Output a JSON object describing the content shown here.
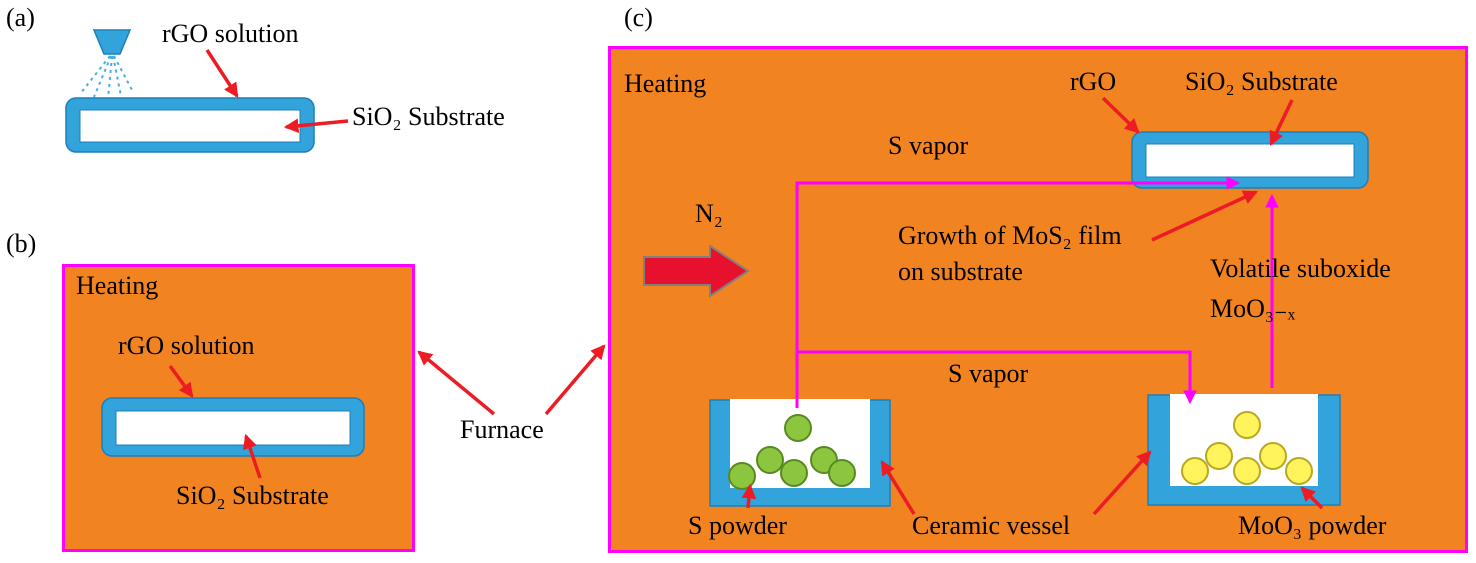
{
  "figure": {
    "type": "process-schematic",
    "description_visible_text_only": true
  },
  "panel_a": {
    "tag": "(a)",
    "rgo_solution": "rGO solution",
    "substrate": "SiO₂ Substrate"
  },
  "panel_b": {
    "tag": "(b)",
    "heating": "Heating",
    "rgo_solution": "rGO solution",
    "substrate": "SiO₂ Substrate"
  },
  "furnace": "Furnace",
  "panel_c": {
    "tag": "(c)",
    "heating": "Heating",
    "n2": "N₂",
    "rgo": "rGO",
    "substrate": "SiO₂ Substrate",
    "s_vapor_top": "S vapor",
    "s_vapor_bottom": "S vapor",
    "growth_line1": "Growth of MoS₂ film",
    "growth_line2": "on substrate",
    "suboxide_line1": "Volatile suboxide",
    "suboxide_line2": "MoO₃₋ₓ",
    "s_powder": "S powder",
    "ceramic_vessel": "Ceramic vessel",
    "moo3_powder": "MoO₃ powder"
  },
  "colors": {
    "furnace_orange": "#F28321",
    "furnace_border_magenta": "#FF00FF",
    "substrate_blue": "#33A3DC",
    "arrow_red": "#ED1C24",
    "vapor_magenta": "#FF00FF",
    "s_powder_green": "#8CC63F",
    "moo3_powder_yellow": "#FFF45C",
    "text_black": "#000000"
  }
}
